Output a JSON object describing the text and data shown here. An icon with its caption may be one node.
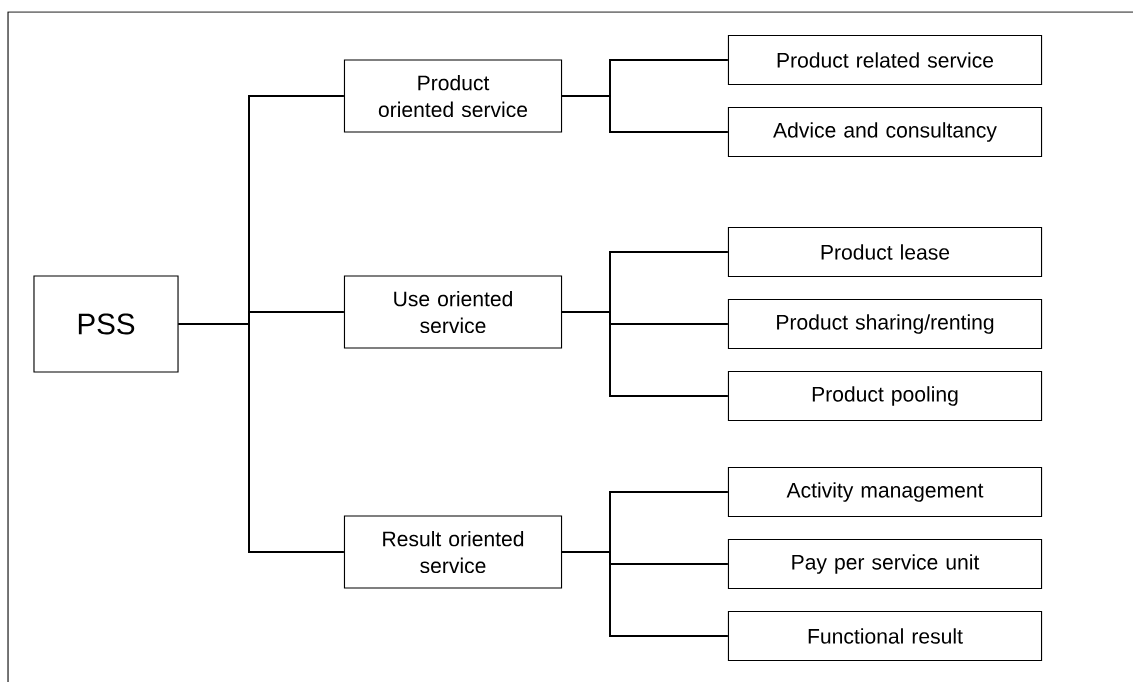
{
  "diagram": {
    "nodes": [
      {
        "text": [
          "PSS"
        ]
      },
      {
        "text": [
          "Product oriented service"
        ]
      },
      {
        "text": [
          "Product related service"
        ]
      },
      {
        "text": [
          "Advice and consultancy"
        ]
      },
      {
        "text": [
          "Use oriented service"
        ]
      },
      {
        "text": [
          "Product lease"
        ]
      },
      {
        "text": [
          "Product sharing/renting"
        ]
      },
      {
        "text": [
          "Product pooling"
        ]
      },
      {
        "text": [
          "Result oriented service"
        ]
      },
      {
        "text": [
          "Activity management"
        ]
      },
      {
        "text": [
          "Pay per service unit"
        ]
      },
      {
        "text": [
          "Functional result"
        ]
      }
    ],
    "edges": [
      {
        "from": 0,
        "to": 1,
        "arrow": "none"
      },
      {
        "from": 0,
        "to": 4,
        "arrow": "none"
      },
      {
        "from": 0,
        "to": 8,
        "arrow": "none"
      },
      {
        "from": 1,
        "to": 2,
        "arrow": "none"
      },
      {
        "from": 1,
        "to": 3,
        "arrow": "none"
      },
      {
        "from": 4,
        "to": 5,
        "arrow": "none"
      },
      {
        "from": 4,
        "to": 6,
        "arrow": "none"
      },
      {
        "from": 4,
        "to": 7,
        "arrow": "none"
      },
      {
        "from": 8,
        "to": 9,
        "arrow": "none"
      },
      {
        "from": 8,
        "to": 10,
        "arrow": "none"
      },
      {
        "from": 8,
        "to": 11,
        "arrow": "none"
      }
    ]
  }
}
